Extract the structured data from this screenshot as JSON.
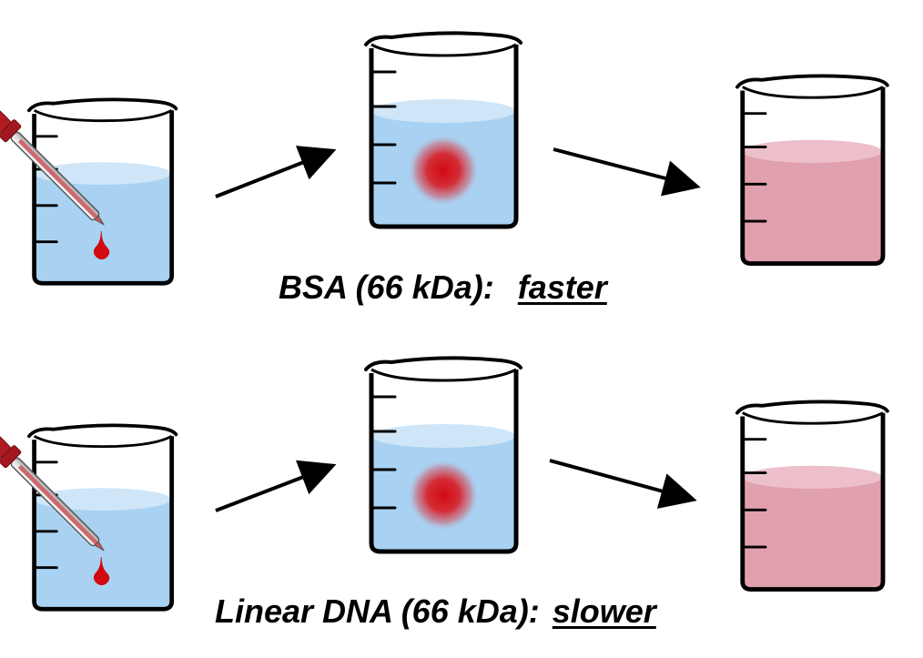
{
  "rows": [
    {
      "label": "BSA (66 kDa):",
      "rate": "faster"
    },
    {
      "label": "Linear DNA (66 kDa):",
      "rate": "slower"
    }
  ],
  "colors": {
    "water": "#a9d2f2",
    "water_top": "#cfe6f8",
    "dye": "#d10a10",
    "mixed": "#e0a0ae",
    "mixed_top": "#ecbfca",
    "dropper": "#b01c24"
  }
}
